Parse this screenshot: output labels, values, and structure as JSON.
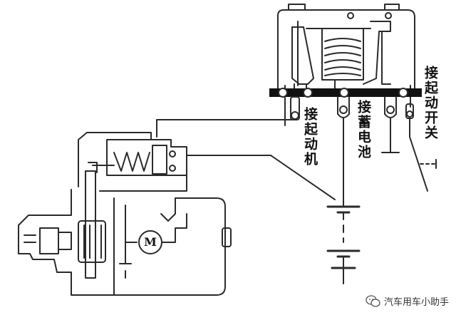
{
  "labels": {
    "starter": "接起动机",
    "battery": "接蓄电池",
    "start_switch": "接起动开关",
    "motor": "M"
  },
  "watermark": {
    "text": "汽车用车小助手",
    "icon": "wechat-icon"
  },
  "colors": {
    "line": "#2a2a2a",
    "bus_bar": "#111111",
    "background": "#ffffff"
  }
}
